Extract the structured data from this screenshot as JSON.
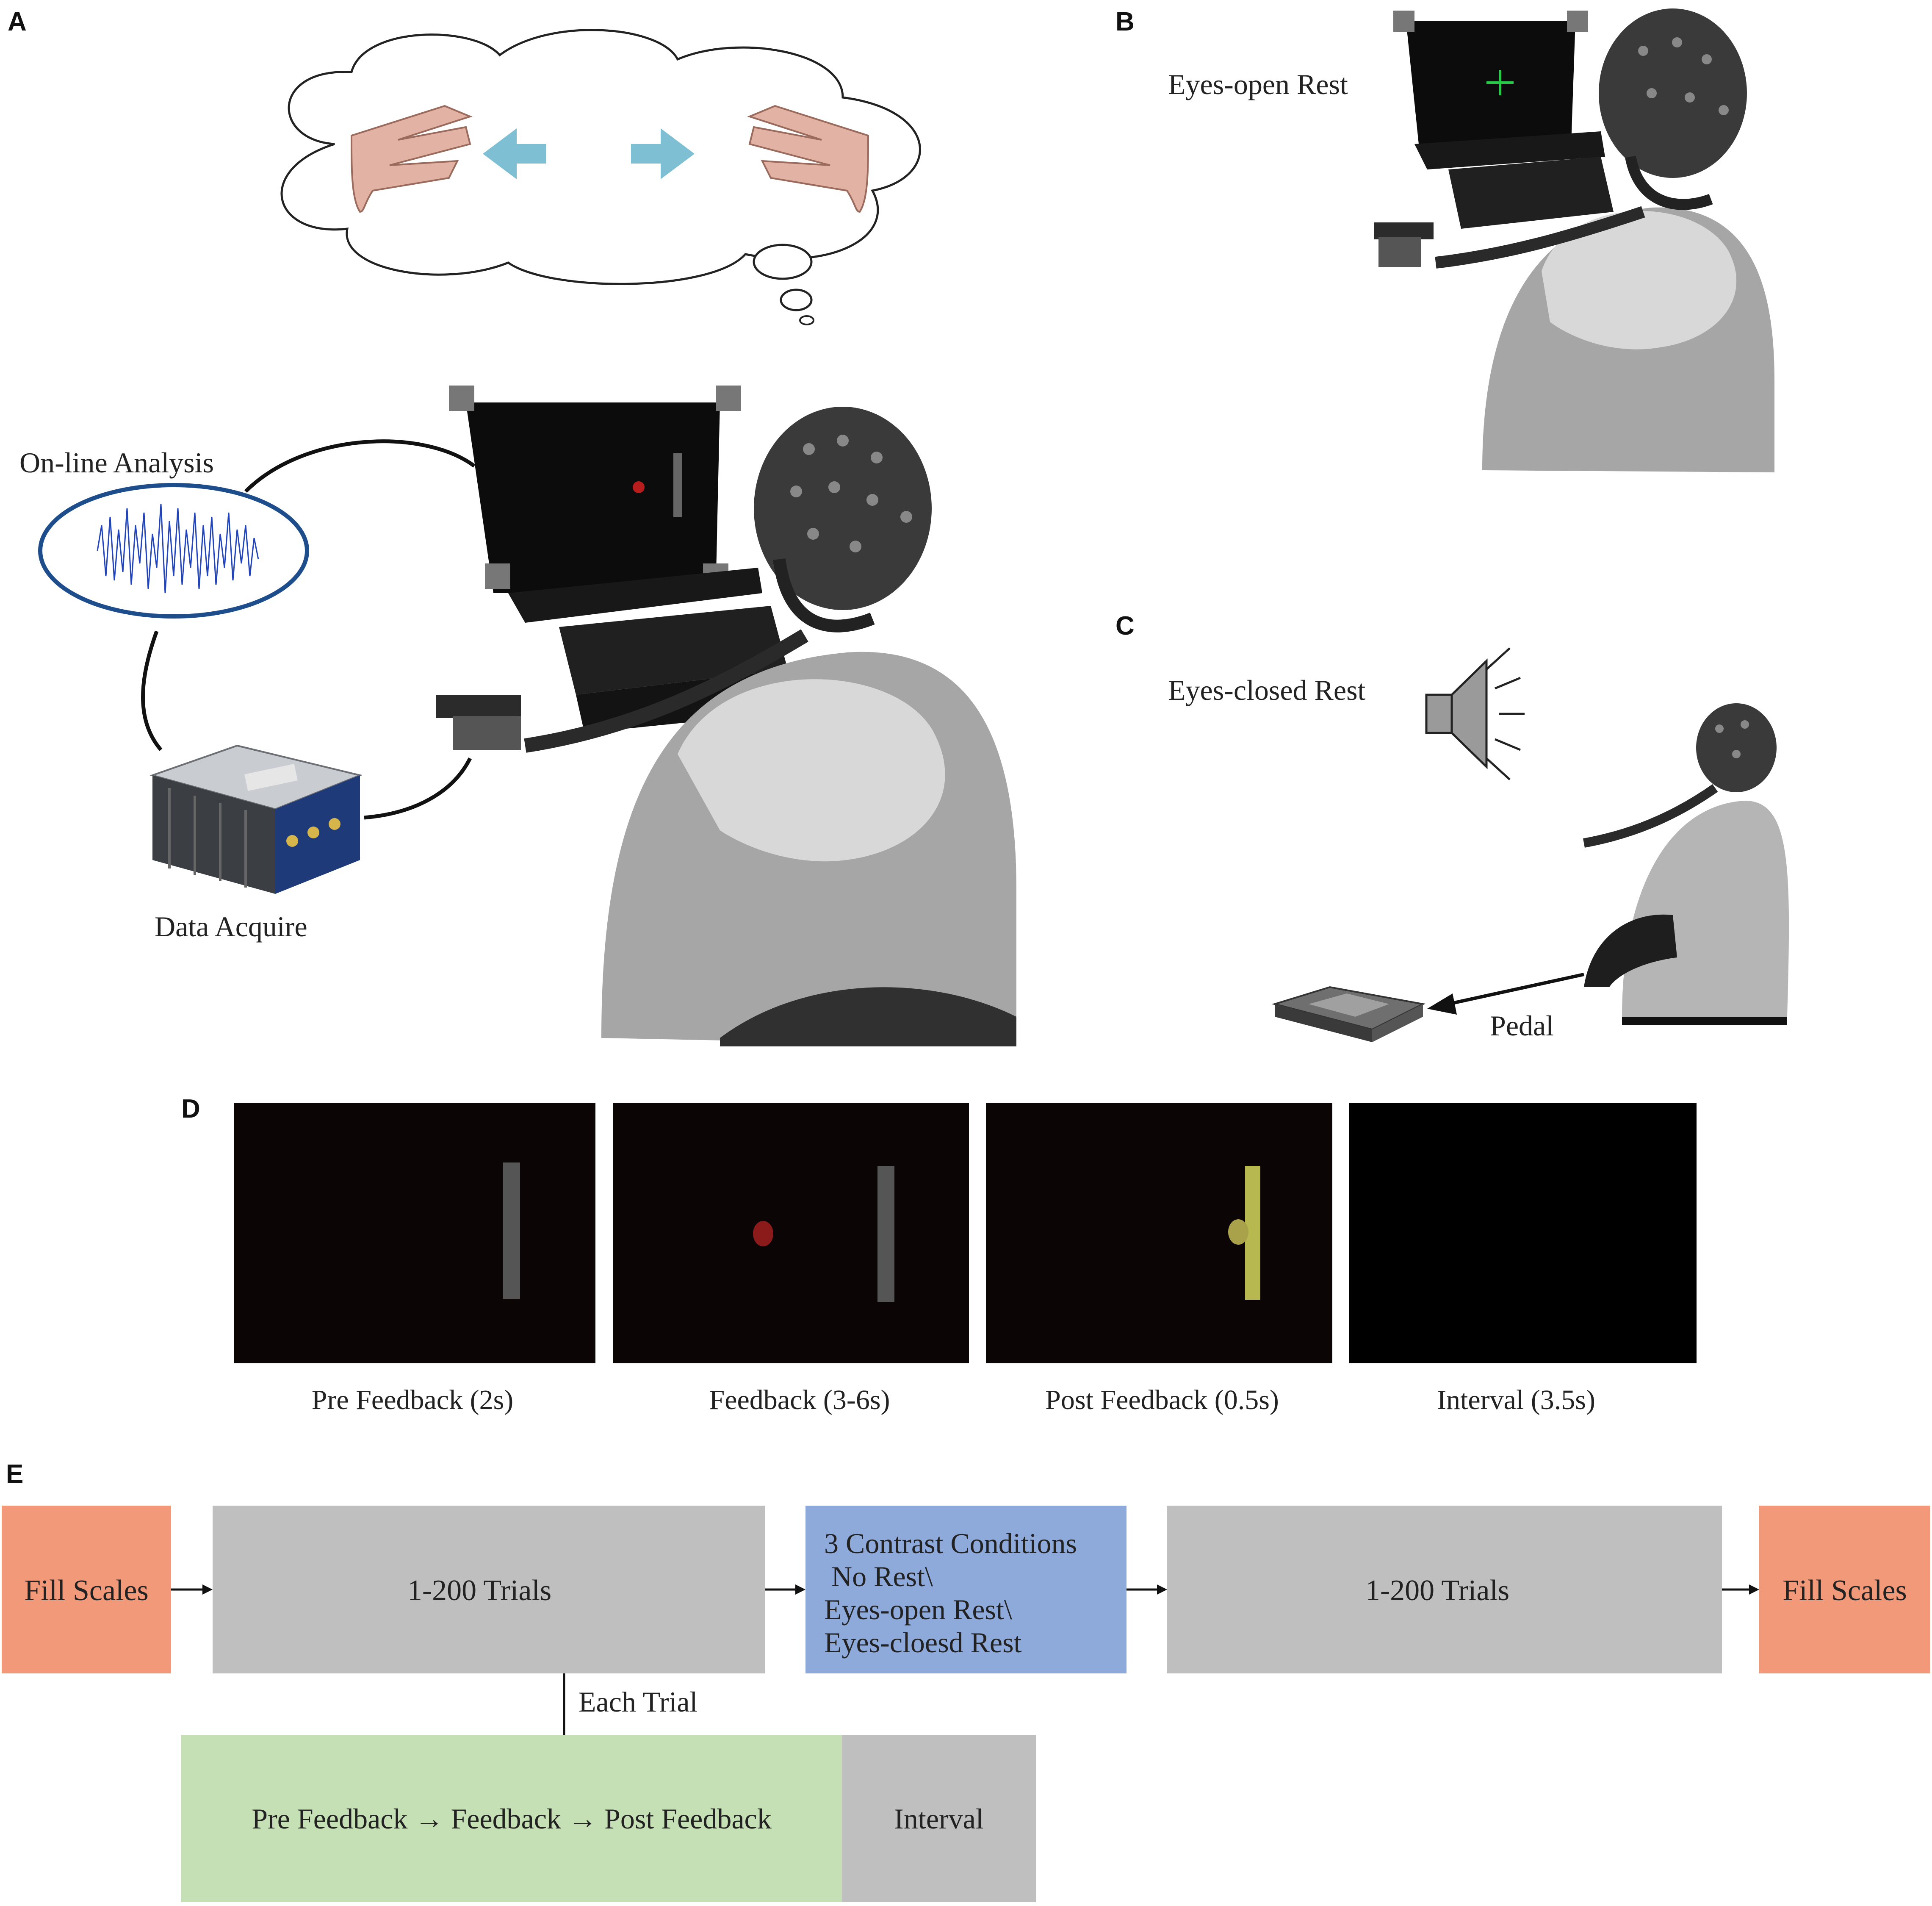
{
  "panels": {
    "a": "A",
    "b": "B",
    "c": "C",
    "d": "D",
    "e": "E"
  },
  "panel_a": {
    "online_analysis": "On-line Analysis",
    "data_acquire": "Data Acquire"
  },
  "panel_b": {
    "eyes_open_rest": "Eyes-open Rest"
  },
  "panel_c": {
    "eyes_closed_rest": "Eyes-closed Rest",
    "pedal": "Pedal"
  },
  "panel_d": {
    "screens": [
      {
        "label": "Pre Feedback (2s)"
      },
      {
        "label": "Feedback (3-6s)"
      },
      {
        "label": "Post Feedback (0.5s)"
      },
      {
        "label": "Interval (3.5s)"
      }
    ]
  },
  "panel_e": {
    "fill_scales_start": "Fill Scales",
    "trials_first": "1-200 Trials",
    "contrast_lines": [
      "3 Contrast Conditions",
      " No Rest\\",
      "Eyes-open Rest\\",
      "Eyes-cloesd Rest"
    ],
    "trials_second": "1-200 Trials",
    "fill_scales_end": "Fill Scales",
    "each_trial": "Each Trial",
    "trial_sequence": "Pre Feedback → Feedback → Post Feedback",
    "interval": "Interval"
  },
  "colors": {
    "fill_scales": "#f2997a",
    "trials": "#bfbfbf",
    "contrast": "#8eaadb",
    "trial_sequence": "#c5e0b4",
    "interval_box": "#bfbfbf",
    "arrow_cue": "#7fbfd4",
    "screen": "#0b0506",
    "bar_gray": "#555555",
    "bar_yellow": "#b8b850",
    "ball_red": "#8b1a1a",
    "ball_yellow": "#a9a24a",
    "fixation_green": "#22cc44",
    "ellipse_blue": "#1e4d8c",
    "signal_blue": "#2244bb"
  },
  "icons": [
    "hand-left-icon",
    "hand-right-icon",
    "speaker-icon",
    "pedal-icon",
    "amplifier-icon",
    "eeg-cap-icon",
    "monitor-icon"
  ]
}
